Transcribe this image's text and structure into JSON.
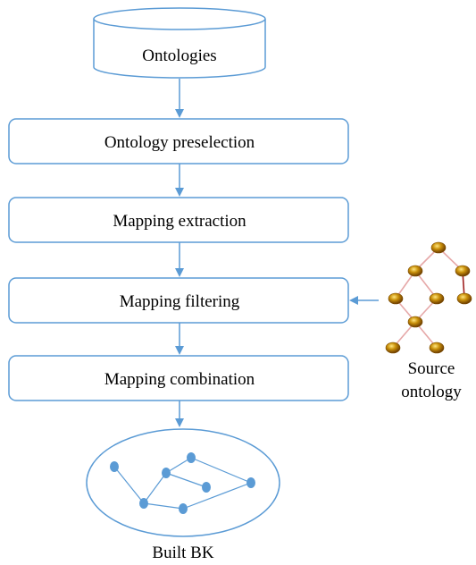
{
  "colors": {
    "stroke": "#5b9bd5",
    "node_fill": "#5b9bd5",
    "text": "#000000",
    "ontology_node_outer": "#b8860b",
    "ontology_node_inner": "#7a0000",
    "ontology_edge": "#e6a8a8",
    "ontology_edge_dark": "#a02020"
  },
  "database": {
    "label": "Ontologies"
  },
  "steps": [
    {
      "label": "Ontology preselection"
    },
    {
      "label": "Mapping extraction"
    },
    {
      "label": "Mapping filtering"
    },
    {
      "label": "Mapping combination"
    }
  ],
  "source_ontology": {
    "line1": "Source",
    "line2": "ontology"
  },
  "result": {
    "label": "Built BK"
  }
}
